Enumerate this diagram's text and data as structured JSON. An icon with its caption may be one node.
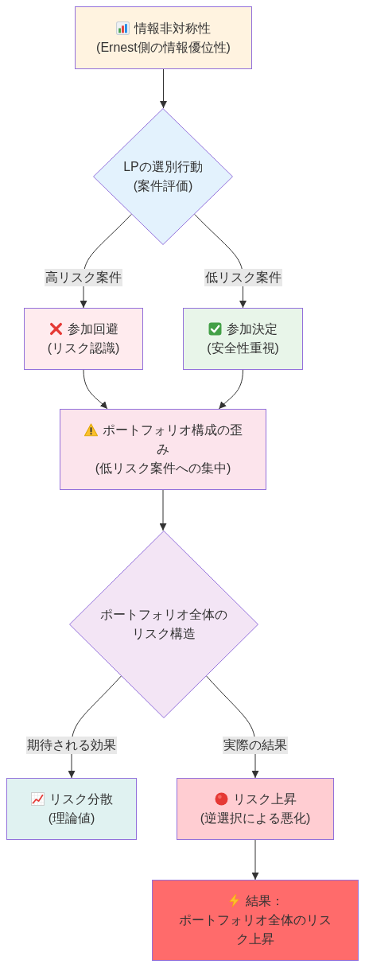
{
  "diagram": {
    "nodes": [
      {
        "text": [
          "情報非対称性",
          "(Ernest側の情報優位性)"
        ]
      },
      {
        "text": [
          "LPの選別行動",
          "(案件評価)"
        ]
      },
      {
        "text": [
          "参加回避",
          "(リスク認識)"
        ]
      },
      {
        "text": [
          "参加決定",
          "(安全性重視)"
        ]
      },
      {
        "text": [
          "ポートフォリオ構成の歪み",
          "(低リスク案件への集中)"
        ]
      },
      {
        "text": [
          "ポートフォリオ全体のリスク構造"
        ]
      },
      {
        "text": [
          "リスク分散",
          "(理論値)"
        ]
      },
      {
        "text": [
          "リスク上昇",
          "(逆選択による悪化)"
        ]
      },
      {
        "text": [
          "結果：",
          "ポートフォリオ全体のリスク上昇"
        ]
      }
    ],
    "edges": [
      {
        "from": 0,
        "to": 1,
        "arrow": "to"
      },
      {
        "from": 1,
        "to": 2,
        "arrow": "to",
        "label": "高リスク案件"
      },
      {
        "from": 1,
        "to": 3,
        "arrow": "to",
        "label": "低リスク案件"
      },
      {
        "from": 2,
        "to": 4,
        "arrow": "to"
      },
      {
        "from": 3,
        "to": 4,
        "arrow": "to"
      },
      {
        "from": 4,
        "to": 5,
        "arrow": "to"
      },
      {
        "from": 5,
        "to": 6,
        "arrow": "to",
        "label": "期待される効果"
      },
      {
        "from": 5,
        "to": 7,
        "arrow": "to",
        "label": "実際の結果"
      },
      {
        "from": 7,
        "to": 8,
        "arrow": "to"
      }
    ]
  }
}
